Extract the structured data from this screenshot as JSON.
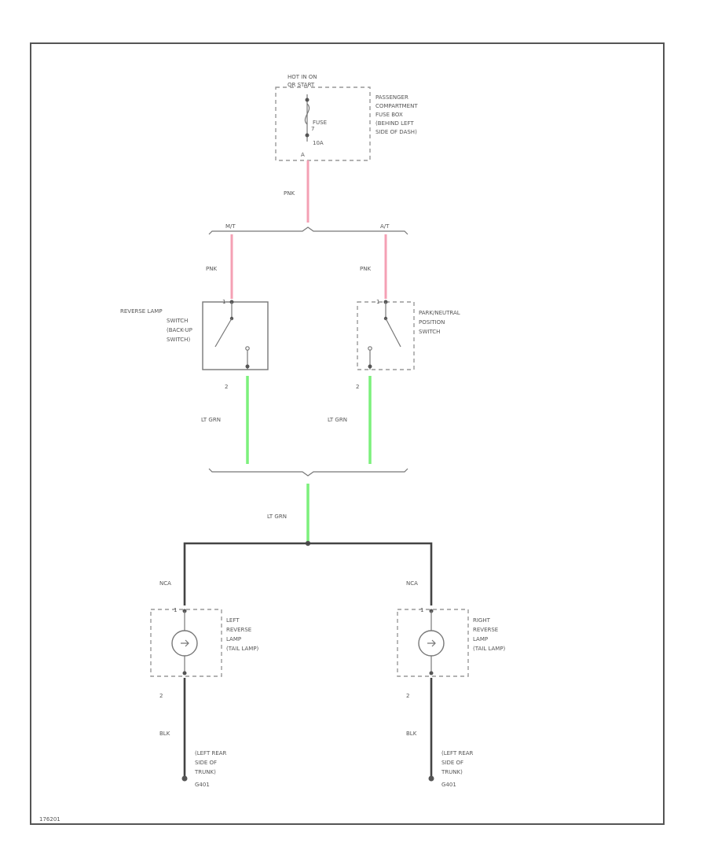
{
  "fuse_block": {
    "source": [
      "HOT IN ON",
      "OR START"
    ],
    "fuse_label": "FUSE",
    "fuse_number": "7",
    "fuse_rating": "10A",
    "location": [
      "PASSENGER",
      "COMPARTMENT",
      "FUSE BOX",
      "(BEHIND LEFT",
      "SIDE OF DASH)"
    ],
    "pin": "A"
  },
  "branch_labels": {
    "mt": "M/T",
    "at": "A/T"
  },
  "wires": {
    "pnk_main": "PNK",
    "pnk_left": "PNK",
    "pnk_right": "PNK",
    "grn_left": "LT GRN",
    "grn_right": "LT GRN",
    "grn_main": "LT GRN",
    "nca_left": "NCA",
    "nca_right": "NCA",
    "blk_left": "BLK",
    "blk_right": "BLK"
  },
  "reverse_switch": {
    "label": [
      "REVERSE LAMP",
      "SWITCH",
      "(BACK-UP",
      "SWITCH)"
    ],
    "pin_in": "1",
    "pin_out": "2"
  },
  "pn_switch": {
    "label": [
      "PARK/NEUTRAL",
      "POSITION",
      "SWITCH"
    ],
    "pin_in": "1",
    "pin_out": "2"
  },
  "left_lamp": {
    "label": [
      "LEFT",
      "REVERSE",
      "LAMP",
      "(TAIL LAMP)"
    ],
    "pin_in": "1",
    "pin_out": "2",
    "ground": [
      "(LEFT REAR",
      "SIDE OF",
      "TRUNK)",
      "G401"
    ]
  },
  "right_lamp": {
    "label": [
      "RIGHT",
      "REVERSE",
      "LAMP",
      "(TAIL LAMP)"
    ],
    "pin_in": "1",
    "pin_out": "2",
    "ground": [
      "(LEFT REAR",
      "SIDE OF",
      "TRUNK)",
      "G401"
    ]
  },
  "footer_code": "176201",
  "colors": {
    "pink_wire": "#f4a0b4",
    "light_green_wire": "#7cf07c",
    "black_wire": "#444444"
  }
}
